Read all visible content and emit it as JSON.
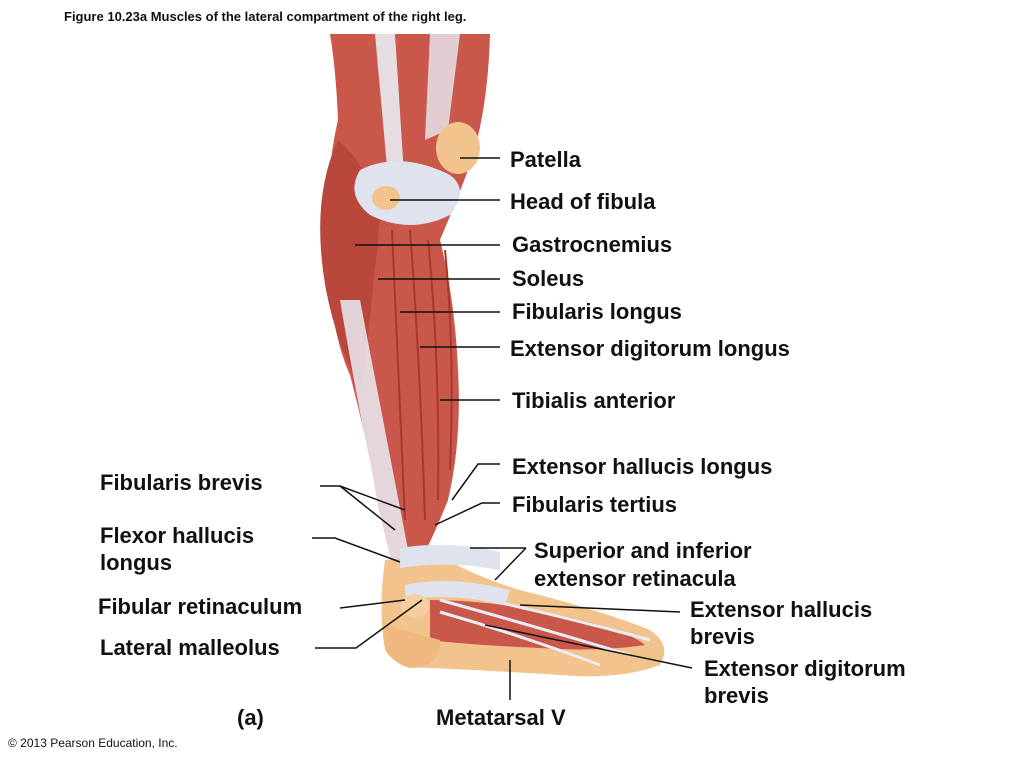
{
  "figure": {
    "caption": "Figure 10.23a  Muscles of the lateral compartment of the right leg.",
    "panel_letter": "(a)",
    "copyright": "© 2013 Pearson Education, Inc."
  },
  "labels": {
    "patella": "Patella",
    "head_of_fibula": "Head of fibula",
    "gastrocnemius": "Gastrocnemius",
    "soleus": "Soleus",
    "fibularis_longus": "Fibularis longus",
    "extensor_digitorum_longus": "Extensor digitorum longus",
    "tibialis_anterior": "Tibialis anterior",
    "extensor_hallucis_longus": "Extensor hallucis longus",
    "fibularis_brevis": "Fibularis brevis",
    "fibularis_tertius": "Fibularis tertius",
    "flexor_hallucis_longus_1": "Flexor hallucis",
    "flexor_hallucis_longus_2": "longus",
    "retinacula_1": "Superior and inferior",
    "retinacula_2": "extensor retinacula",
    "fibular_retinaculum": "Fibular retinaculum",
    "extensor_hallucis_brevis_1": "Extensor hallucis",
    "extensor_hallucis_brevis_2": "brevis",
    "lateral_malleolus": "Lateral malleolus",
    "extensor_digitorum_brevis_1": "Extensor digitorum",
    "extensor_digitorum_brevis_2": "brevis",
    "metatarsal_v": "Metatarsal V"
  },
  "colors": {
    "muscle": "#c9574a",
    "muscle_dark": "#a8382f",
    "tendon": "#e9ecf4",
    "bone": "#f3c38e",
    "leader": "#111111"
  }
}
